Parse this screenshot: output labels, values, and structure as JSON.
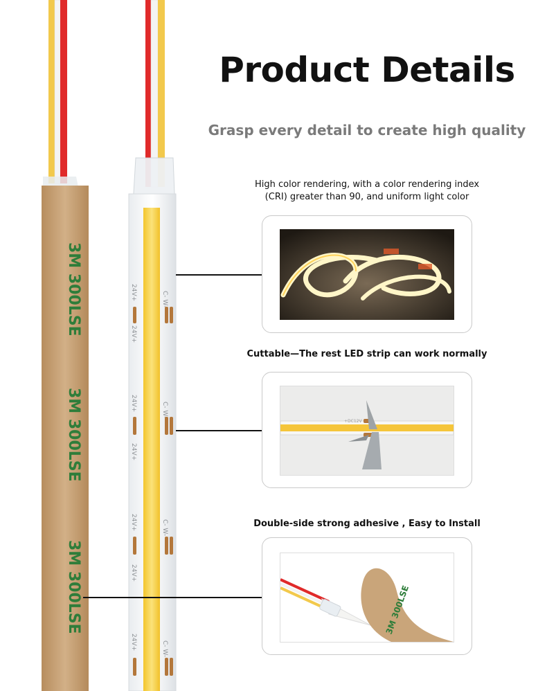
{
  "header": {
    "title": "Product Details",
    "subtitle": "Grasp every detail to create high quality"
  },
  "features": [
    {
      "caption_line1": "High color rendering, with a color rendering index",
      "caption_line2": "(CRI) greater than 90, and uniform light color"
    },
    {
      "caption": "Cuttable—The rest LED strip can work normally"
    },
    {
      "caption": "Double-side strong adhesive , Easy to Install"
    }
  ],
  "product_markings": {
    "tape_brand": "3M 300LSE",
    "strip_voltage": "24V+",
    "strip_pad_label": "C- W-",
    "cut_photo_label": "+DC12V"
  },
  "colors": {
    "led_yellow": "#f7d23a",
    "tape_tan": "#c9a57a",
    "tape_print": "#2e7d3a",
    "wire_red": "#e02a2a",
    "wire_yellow": "#f2c94c"
  }
}
